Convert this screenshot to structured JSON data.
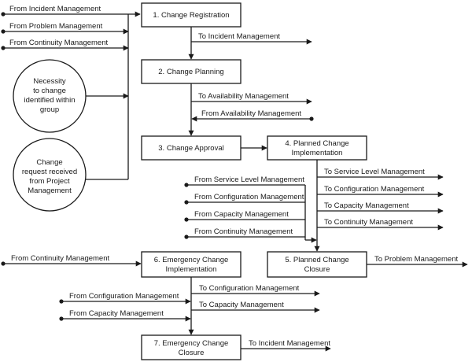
{
  "boxes": {
    "b1": "1. Change Registration",
    "b2": "2. Change Planning",
    "b3": "3. Change Approval",
    "b4": [
      "4. Planned Change",
      "Implementation"
    ],
    "b5": [
      "5. Planned Change",
      "Closure"
    ],
    "b6": [
      "6. Emergency Change",
      "Implementation"
    ],
    "b7": [
      "7. Emergency Change",
      "Closure"
    ]
  },
  "circles": {
    "c1": [
      "Necessity",
      "to change",
      "identified within",
      "group"
    ],
    "c2": [
      "Change",
      "request received",
      "from Project",
      "Management"
    ]
  },
  "labels": {
    "from_incident": "From Incident Management",
    "from_problem": "From Problem Management",
    "from_continuity_top": "From Continuity Management",
    "to_incident_1": "To Incident Management",
    "to_availability": "To Availability Management",
    "from_availability": "From Availability Management",
    "from_slm": "From Service Level Management",
    "from_config_mid": "From Configuration Management",
    "from_capacity_mid": "From Capacity Management",
    "from_continuity_mid": "From Continuity Management",
    "to_slm": "To Service Level Management",
    "to_config_right": "To Configuration Management",
    "to_capacity_right": "To Capacity Management",
    "to_continuity_right": "To Continuity Management",
    "from_continuity_left": "From Continuity Management",
    "to_problem": "To Problem Management",
    "to_config_bottom": "To Configuration Management",
    "to_capacity_bottom": "To Capacity Management",
    "from_config_bottom": "From Configuration Management",
    "from_capacity_bottom": "From Capacity Management",
    "to_incident_2": "To Incident Management"
  },
  "colors": {
    "line": "#1a1a1a",
    "background": "#ffffff"
  }
}
